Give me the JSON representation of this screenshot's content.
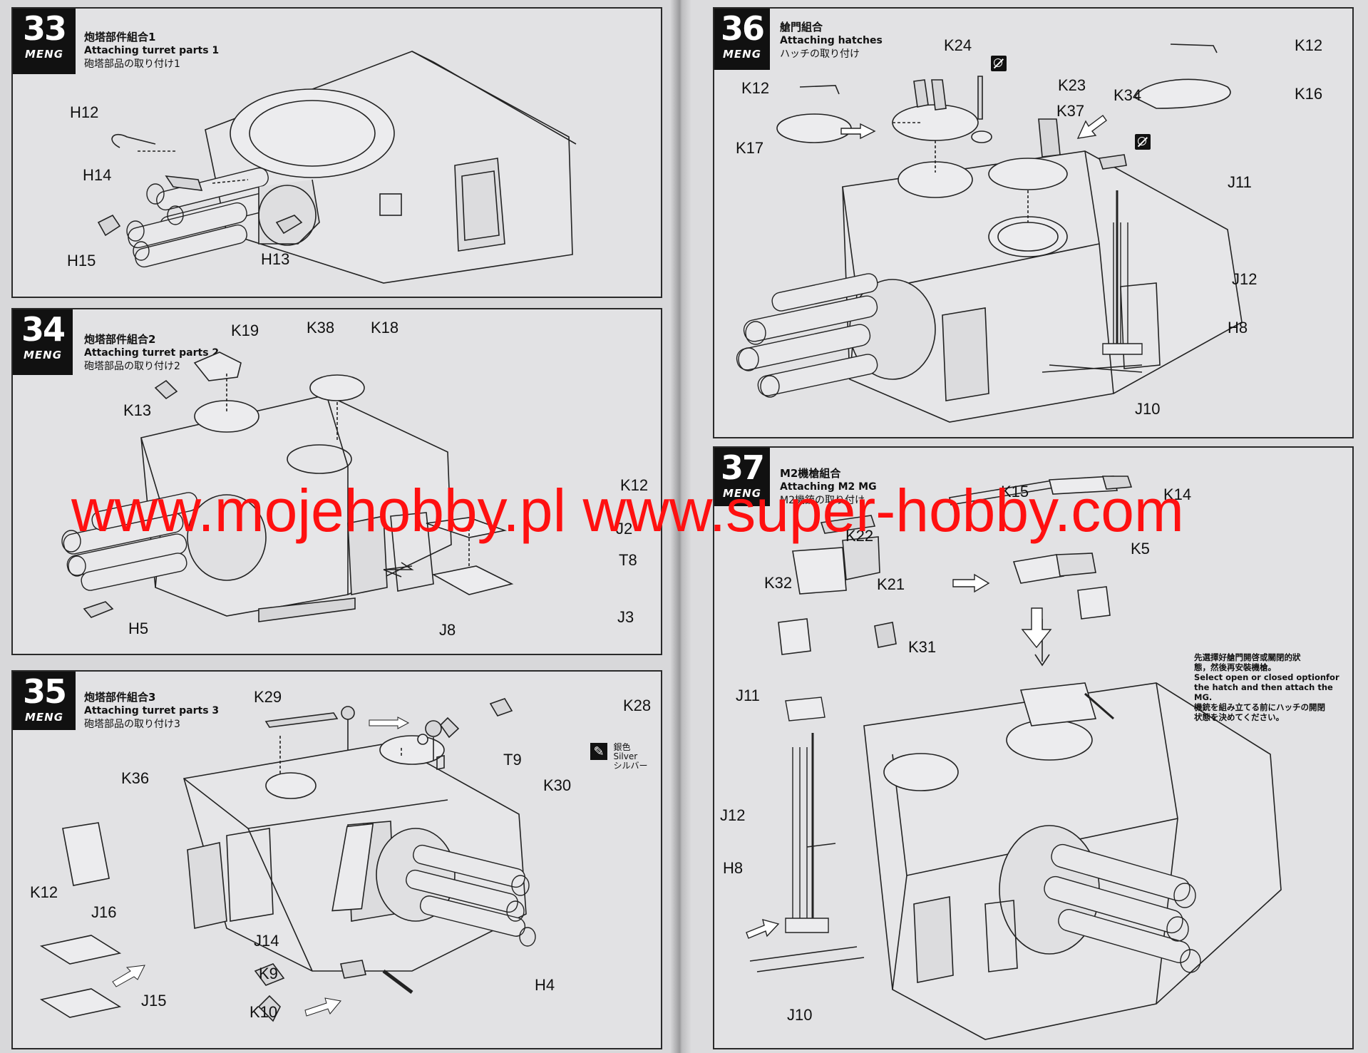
{
  "brand": "MENG",
  "watermark": "www.mojehobby.pl www.super-hobby.com",
  "steps": [
    {
      "number": "33",
      "title_cn": "炮塔部件組合1",
      "title_en": "Attaching turret parts 1",
      "title_jp": "砲塔部品の取り付け1",
      "parts": [
        "H12",
        "H14",
        "H15",
        "H13"
      ]
    },
    {
      "number": "34",
      "title_cn": "炮塔部件組合2",
      "title_en": "Attaching turret parts 2",
      "title_jp": "砲塔部品の取り付け2",
      "parts": [
        "K19",
        "K38",
        "K18",
        "K13",
        "K12",
        "J2",
        "T8",
        "J3",
        "J8",
        "H5"
      ]
    },
    {
      "number": "35",
      "title_cn": "炮塔部件組合3",
      "title_en": "Attaching turret parts 3",
      "title_jp": "砲塔部品の取り付け3",
      "parts": [
        "K29",
        "K28",
        "K36",
        "T9",
        "K30",
        "K12",
        "J16",
        "J15",
        "J14",
        "K9",
        "K10",
        "H4"
      ],
      "paint": {
        "cn": "銀色",
        "en": "Silver",
        "jp": "シルバー"
      }
    },
    {
      "number": "36",
      "title_cn": "艙門組合",
      "title_en": "Attaching hatches",
      "title_jp": "ハッチの取り付け",
      "parts": [
        "K24",
        "K12",
        "K23",
        "K37",
        "K34",
        "K12",
        "K16",
        "K17",
        "J11",
        "J12",
        "H8",
        "J10"
      ]
    },
    {
      "number": "37",
      "title_cn": "M2機槍組合",
      "title_en": "Attaching M2 MG",
      "title_jp": "M2機銃の取り付け",
      "parts": [
        "K22",
        "K15",
        "K14",
        "K5",
        "K32",
        "K21",
        "K31",
        "J11",
        "J12",
        "H8",
        "J10"
      ],
      "note": [
        "先選擇好艙門開啓或關閉的狀",
        "態，然後再安裝機槍。",
        "Select open or closed optionfor",
        "the hatch and then attach the MG.",
        "機銃を組み立てる前にハッチの開閉",
        "状態を決めてください。"
      ]
    }
  ]
}
